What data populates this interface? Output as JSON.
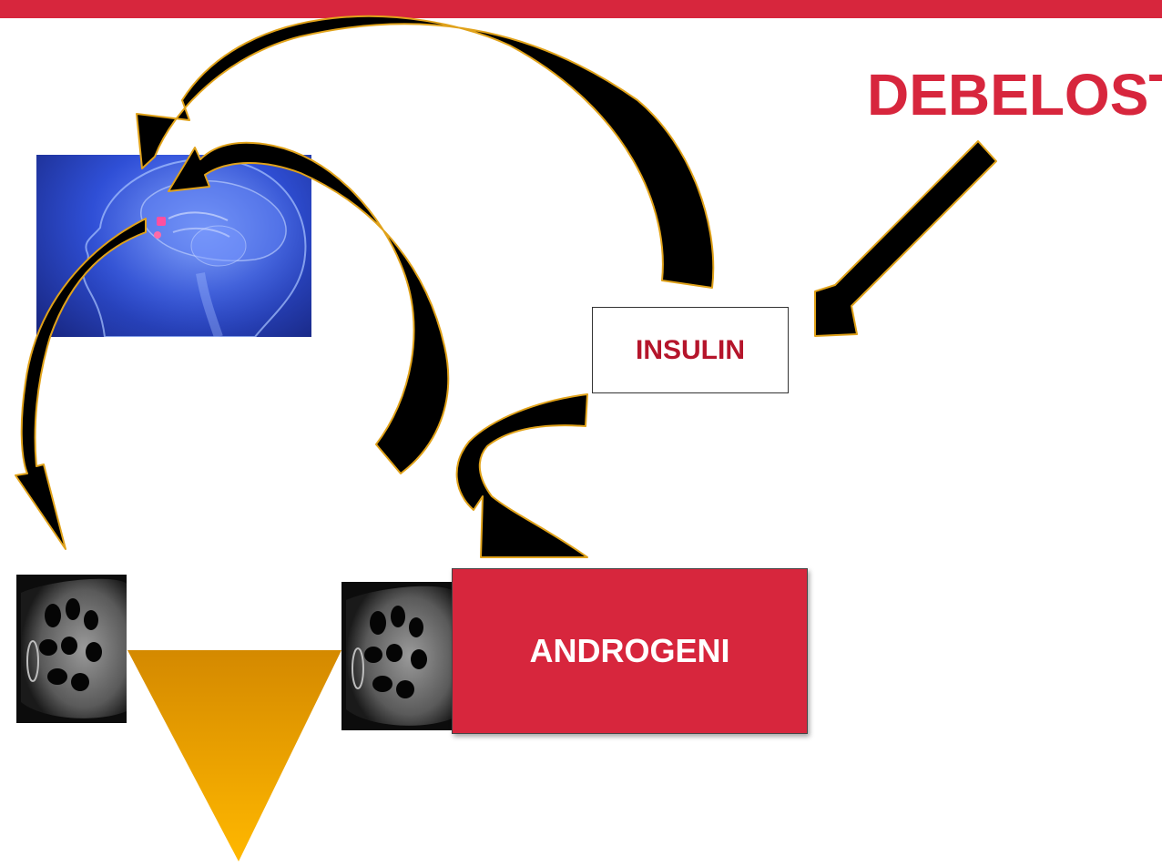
{
  "title": "DEBELOST",
  "boxes": {
    "insulin": "INSULIN",
    "androgeni": "ANDROGENI"
  },
  "images": {
    "brain": "brain-pituitary-illustration",
    "ultrasound_left": "polycystic-ovary-ultrasound",
    "ultrasound_right": "polycystic-ovary-ultrasound"
  },
  "colors": {
    "accent_red": "#d7263d",
    "dark_red_text": "#b5152b",
    "arrow_fill": "#000000",
    "arrow_outline": "#e0a21a",
    "triangle_top": "#d48900",
    "triangle_bottom": "#ffb800"
  }
}
